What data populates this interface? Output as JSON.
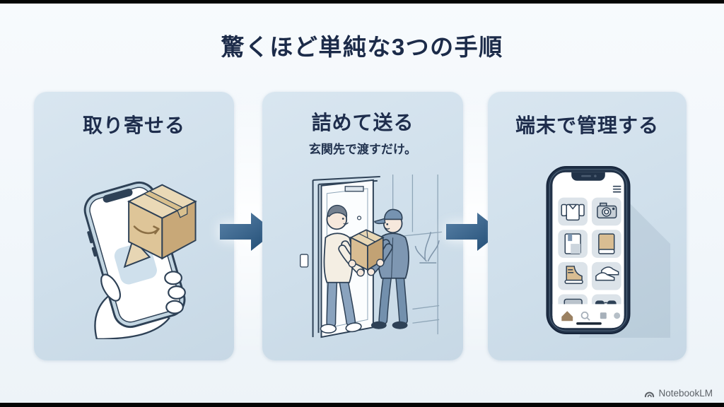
{
  "page": {
    "title": "驚くほど単純な3つの手順",
    "watermark_label": "NotebookLM"
  },
  "steps": [
    {
      "title": "取り寄せる",
      "illustration": "hand-holding-smartphone-with-shipping-box-notification"
    },
    {
      "title": "詰めて送る",
      "subtitle": "玄関先で渡すだけ。",
      "illustration": "resident-handing-cardboard-box-to-courier-at-front-door"
    },
    {
      "title": "端末で管理する",
      "illustration": "smartphone-app-grid-of-stored-items"
    }
  ],
  "icons": {
    "step_connector": "right-arrow-icon",
    "watermark_logo": "notebooklm-logo",
    "phone_menu": "hamburger-menu-icon",
    "phone_nav": [
      "home-icon",
      "search-icon",
      "grid-icon",
      "profile-icon"
    ],
    "app_grid_items": [
      "shirt",
      "camera",
      "notebook",
      "book",
      "boot",
      "sneakers",
      "bag",
      "sunglasses"
    ]
  },
  "colors": {
    "background": "#f2f7fb",
    "panel": "#cfdfeb",
    "title_text": "#1c2b49",
    "outline_navy": "#2e4156",
    "arrow_gradient_from": "#5a82a8",
    "arrow_gradient_to": "#1e4a72",
    "cardboard_tan": "#d9bd92",
    "letterbox": "#050505",
    "watermark_text": "#5d6268"
  }
}
